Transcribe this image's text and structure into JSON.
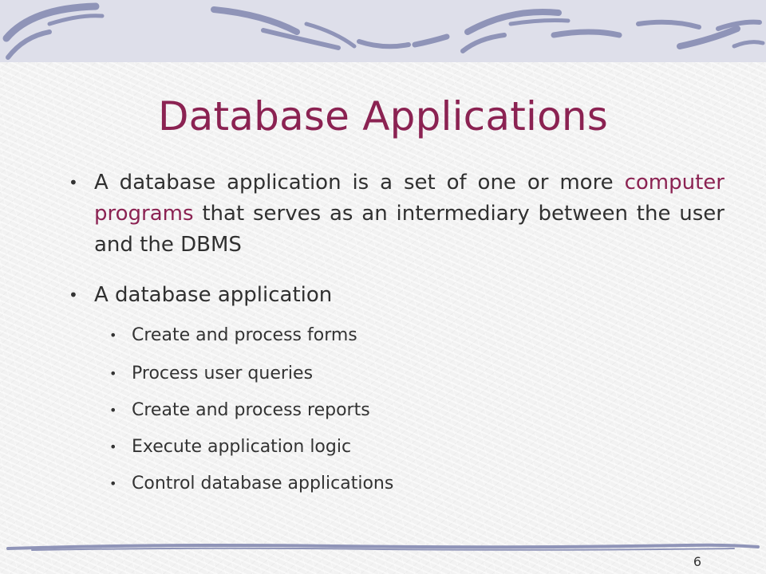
{
  "slide": {
    "title": "Database Applications",
    "bullets": [
      {
        "text_before": "A database application is a set of one or more",
        "highlight": "computer programs",
        "text_after": "that serves as an intermediary between the user and the DBMS"
      },
      {
        "text": "A database application",
        "sub_items": [
          "Create and process forms",
          "Process user queries",
          "Create and process reports",
          "Execute application logic",
          "Control database applications"
        ]
      }
    ],
    "page_number": "6"
  },
  "colors": {
    "title": "#8b2252",
    "body_text": "#303030",
    "highlight": "#8b2252",
    "decoration": "#8f94b8",
    "background": "#f2f2f2"
  }
}
